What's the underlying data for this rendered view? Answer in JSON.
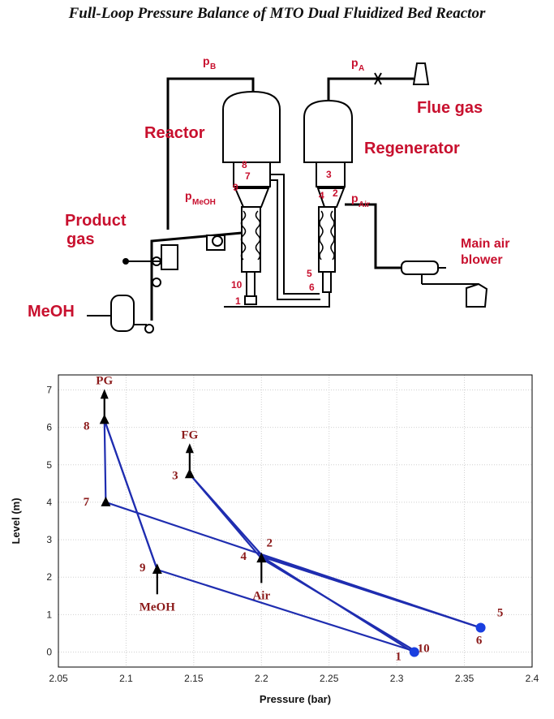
{
  "title": "Full-Loop Pressure Balance of MTO Dual Fluidized Bed Reactor",
  "diagram": {
    "labels": {
      "reactor": "Reactor",
      "regenerator": "Regenerator",
      "product_gas_1": "Product",
      "product_gas_2": "gas",
      "flue_gas": "Flue gas",
      "meoh": "MeOH",
      "main_air_1": "Main air",
      "main_air_2": "blower"
    },
    "pressures": {
      "pB": {
        "main": "p",
        "sub": "B"
      },
      "pA": {
        "main": "p",
        "sub": "A"
      },
      "pMeOH": {
        "main": "p",
        "sub": "MeOH"
      },
      "pAir": {
        "main": "p",
        "sub": "Air"
      }
    },
    "points": {
      "p1": "1",
      "p2": "2",
      "p3": "3",
      "p4": "4",
      "p5": "5",
      "p6": "6",
      "p7": "7",
      "p8": "8",
      "p9": "9",
      "p10": "10"
    },
    "colors": {
      "label": "#c8102e",
      "line": "#000000"
    }
  },
  "chart_data": {
    "type": "line",
    "xlabel": "Pressure (bar)",
    "ylabel": "Level (m)",
    "xlim": [
      2.05,
      2.4
    ],
    "ylim": [
      -0.4,
      7.4
    ],
    "xticks": [
      "2.05",
      "2.1",
      "2.15",
      "2.2",
      "2.25",
      "2.3",
      "2.35",
      "2.4"
    ],
    "yticks": [
      "0",
      "1",
      "2",
      "3",
      "4",
      "5",
      "6",
      "7"
    ],
    "grid": true,
    "line_color": "#1f2db0",
    "points": [
      {
        "id": "1",
        "x": 2.312,
        "y": 0.0
      },
      {
        "id": "2",
        "x": 2.2,
        "y": 2.6
      },
      {
        "id": "3",
        "x": 2.147,
        "y": 4.75
      },
      {
        "id": "4",
        "x": 2.2,
        "y": 2.5
      },
      {
        "id": "5",
        "x": 2.362,
        "y": 0.65
      },
      {
        "id": "6",
        "x": 2.362,
        "y": 0.65
      },
      {
        "id": "7",
        "x": 2.085,
        "y": 4.0
      },
      {
        "id": "8",
        "x": 2.084,
        "y": 6.2
      },
      {
        "id": "9",
        "x": 2.123,
        "y": 2.2
      },
      {
        "id": "10",
        "x": 2.315,
        "y": 0.0
      }
    ],
    "path": [
      [
        2.085,
        4.0
      ],
      [
        2.084,
        6.2
      ],
      [
        2.123,
        2.2
      ],
      [
        2.315,
        0.0
      ],
      [
        2.2,
        2.5
      ],
      [
        2.147,
        4.75
      ],
      [
        2.2,
        2.6
      ],
      [
        2.362,
        0.65
      ],
      [
        2.085,
        4.0
      ]
    ],
    "path2": [
      [
        2.312,
        0.0
      ],
      [
        2.2,
        2.55
      ],
      [
        2.362,
        0.65
      ]
    ],
    "path3": [
      [
        2.084,
        6.2
      ],
      [
        2.123,
        2.2
      ]
    ],
    "circles": [
      [
        2.362,
        0.65
      ],
      [
        2.313,
        0.0
      ]
    ],
    "triangles": [
      [
        2.084,
        6.2
      ],
      [
        2.147,
        4.75
      ],
      [
        2.2,
        2.5
      ],
      [
        2.123,
        2.2
      ],
      [
        2.085,
        4.0
      ]
    ],
    "up_arrows": [
      {
        "from": [
          2.084,
          6.2
        ],
        "label": "PG"
      },
      {
        "from": [
          2.147,
          4.75
        ],
        "label": "FG"
      }
    ],
    "down_arrows": [
      {
        "from": [
          2.2,
          2.45
        ],
        "label": "Air"
      },
      {
        "from": [
          2.123,
          2.15
        ],
        "label": "MeOH"
      }
    ]
  }
}
